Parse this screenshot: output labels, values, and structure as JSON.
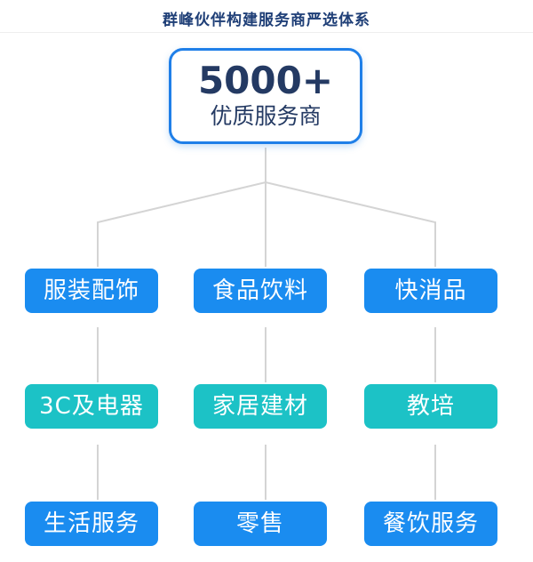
{
  "header": {
    "title": "群峰伙伴构建服务商严选体系"
  },
  "top": {
    "number": "5000+",
    "label": "优质服务商"
  },
  "rows": [
    [
      "服装配饰",
      "食品饮料",
      "快消品"
    ],
    [
      "3C及电器",
      "家居建材",
      "教培"
    ],
    [
      "生活服务",
      "零售",
      "餐饮服务"
    ]
  ],
  "colors": {
    "primary_blue": "#1a8cf0",
    "teal": "#1cc2c6",
    "title_navy": "#1f3f77",
    "border_blue": "#1f7fe8"
  }
}
